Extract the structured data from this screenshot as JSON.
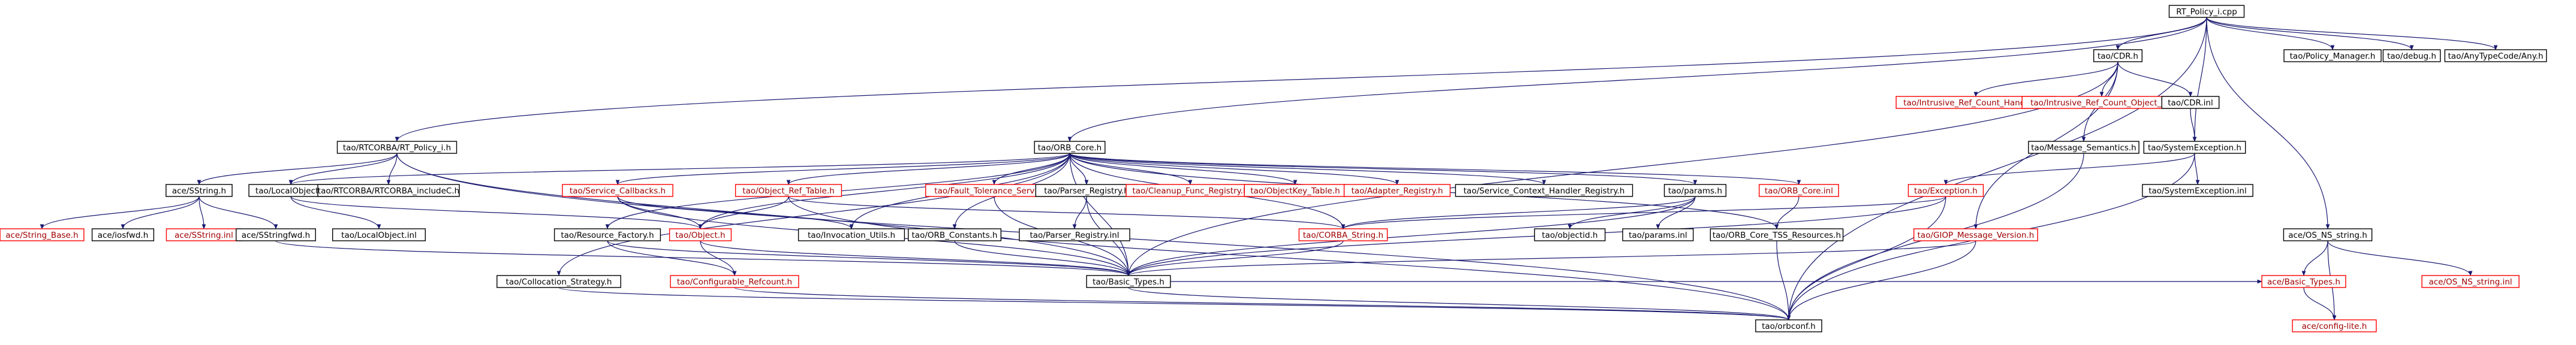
{
  "colors": {
    "root_fill": "#bfbfbf",
    "border_normal": "#000000",
    "border_missing": "#ff0000",
    "edge": "#191970",
    "text_normal": "#000000",
    "text_missing": "#a00000"
  },
  "graph": {
    "nodes": [
      {
        "id": "root",
        "label": "RT_Policy_i.cpp",
        "style": "root"
      },
      {
        "id": "rtpolicyih",
        "label": "tao/RTCORBA/RT_Policy_i.h",
        "style": "normal"
      },
      {
        "id": "cdrh",
        "label": "tao/CDR.h",
        "style": "normal"
      },
      {
        "id": "pm",
        "label": "tao/Policy_Manager.h",
        "style": "normal"
      },
      {
        "id": "debug",
        "label": "tao/debug.h",
        "style": "normal"
      },
      {
        "id": "anytc",
        "label": "tao/AnyTypeCode/Any.h",
        "style": "normal"
      },
      {
        "id": "orbcore",
        "label": "tao/ORB_Core.h",
        "style": "normal"
      },
      {
        "id": "irchandle",
        "label": "tao/Intrusive_Ref_Count_Handle_T.h",
        "style": "missing"
      },
      {
        "id": "ircobj",
        "label": "tao/Intrusive_Ref_Count_Object_T.h",
        "style": "missing"
      },
      {
        "id": "cdrinl",
        "label": "tao/CDR.inl",
        "style": "normal"
      },
      {
        "id": "msgsem",
        "label": "tao/Message_Semantics.h",
        "style": "normal"
      },
      {
        "id": "sysexh",
        "label": "tao/SystemException.h",
        "style": "normal"
      },
      {
        "id": "sstring",
        "label": "ace/SString.h",
        "style": "normal"
      },
      {
        "id": "localobj",
        "label": "tao/LocalObject.h",
        "style": "normal"
      },
      {
        "id": "rtcorbainc",
        "label": "tao/RTCORBA/RTCORBA_includeC.h",
        "style": "normal"
      },
      {
        "id": "svccb",
        "label": "tao/Service_Callbacks.h",
        "style": "missing"
      },
      {
        "id": "objref",
        "label": "tao/Object_Ref_Table.h",
        "style": "missing"
      },
      {
        "id": "fts",
        "label": "tao/Fault_Tolerance_Service.h",
        "style": "missing"
      },
      {
        "id": "parsereg",
        "label": "tao/Parser_Registry.h",
        "style": "normal"
      },
      {
        "id": "cleanup",
        "label": "tao/Cleanup_Func_Registry.h",
        "style": "missing"
      },
      {
        "id": "objkey",
        "label": "tao/ObjectKey_Table.h",
        "style": "missing"
      },
      {
        "id": "adapter",
        "label": "tao/Adapter_Registry.h",
        "style": "missing"
      },
      {
        "id": "scr",
        "label": "tao/Service_Context_Handler_Registry.h",
        "style": "normal"
      },
      {
        "id": "params",
        "label": "tao/params.h",
        "style": "normal"
      },
      {
        "id": "orbcoreinl",
        "label": "tao/ORB_Core.inl",
        "style": "missing"
      },
      {
        "id": "exceptionh",
        "label": "tao/Exception.h",
        "style": "missing"
      },
      {
        "id": "sysexinl",
        "label": "tao/SystemException.inl",
        "style": "normal"
      },
      {
        "id": "stringbase",
        "label": "ace/String_Base.h",
        "style": "missing"
      },
      {
        "id": "iosfwd",
        "label": "ace/iosfwd.h",
        "style": "normal"
      },
      {
        "id": "sstringinl",
        "label": "ace/SString.inl",
        "style": "missing"
      },
      {
        "id": "sstringfwd",
        "label": "ace/SStringfwd.h",
        "style": "normal"
      },
      {
        "id": "localobjinl",
        "label": "tao/LocalObject.inl",
        "style": "normal"
      },
      {
        "id": "objecth",
        "label": "tao/Object.h",
        "style": "missing"
      },
      {
        "id": "invutils",
        "label": "tao/Invocation_Utils.h",
        "style": "normal"
      },
      {
        "id": "orbconst",
        "label": "tao/ORB_Constants.h",
        "style": "normal"
      },
      {
        "id": "resfact",
        "label": "tao/Resource_Factory.h",
        "style": "normal"
      },
      {
        "id": "parseregi",
        "label": "tao/Parser_Registry.inl",
        "style": "normal"
      },
      {
        "id": "corbastr",
        "label": "tao/CORBA_String.h",
        "style": "missing"
      },
      {
        "id": "objectid",
        "label": "tao/objectid.h",
        "style": "normal"
      },
      {
        "id": "paramsinl",
        "label": "tao/params.inl",
        "style": "normal"
      },
      {
        "id": "tssres",
        "label": "tao/ORB_Core_TSS_Resources.h",
        "style": "normal"
      },
      {
        "id": "giopver",
        "label": "tao/GIOP_Message_Version.h",
        "style": "missing"
      },
      {
        "id": "osns",
        "label": "ace/OS_NS_string.h",
        "style": "normal"
      },
      {
        "id": "collstrat",
        "label": "tao/Collocation_Strategy.h",
        "style": "normal"
      },
      {
        "id": "cfgref",
        "label": "tao/Configurable_Refcount.h",
        "style": "missing"
      },
      {
        "id": "basictypes",
        "label": "tao/Basic_Types.h",
        "style": "normal"
      },
      {
        "id": "acebasic",
        "label": "ace/Basic_Types.h",
        "style": "missing"
      },
      {
        "id": "osnsinl",
        "label": "ace/OS_NS_string.inl",
        "style": "missing"
      },
      {
        "id": "orbconf",
        "label": "tao/orbconf.h",
        "style": "normal"
      },
      {
        "id": "configlite",
        "label": "ace/config-lite.h",
        "style": "missing"
      }
    ],
    "edges": [
      [
        "root",
        "rtpolicyih"
      ],
      [
        "root",
        "cdrh"
      ],
      [
        "root",
        "pm"
      ],
      [
        "root",
        "debug"
      ],
      [
        "root",
        "anytc"
      ],
      [
        "root",
        "orbcore"
      ],
      [
        "root",
        "sysexh"
      ],
      [
        "root",
        "osns"
      ],
      [
        "root",
        "orbconf"
      ],
      [
        "cdrh",
        "irchandle"
      ],
      [
        "cdrh",
        "ircobj"
      ],
      [
        "cdrh",
        "cdrinl"
      ],
      [
        "cdrh",
        "msgsem"
      ],
      [
        "cdrh",
        "giopver"
      ],
      [
        "cdrh",
        "basictypes"
      ],
      [
        "cdrinl",
        "sysexh"
      ],
      [
        "msgsem",
        "orbconf"
      ],
      [
        "rtpolicyih",
        "sstring"
      ],
      [
        "rtpolicyih",
        "localobj"
      ],
      [
        "rtpolicyih",
        "rtcorbainc"
      ],
      [
        "rtpolicyih",
        "basictypes"
      ],
      [
        "rtpolicyih",
        "orbconf"
      ],
      [
        "sstring",
        "stringbase"
      ],
      [
        "sstring",
        "iosfwd"
      ],
      [
        "sstring",
        "sstringinl"
      ],
      [
        "sstring",
        "sstringfwd"
      ],
      [
        "localobj",
        "localobjinl"
      ],
      [
        "localobj",
        "objecth"
      ],
      [
        "sstringfwd",
        "basictypes"
      ],
      [
        "orbcore",
        "localobj"
      ],
      [
        "orbcore",
        "svccb"
      ],
      [
        "orbcore",
        "objref"
      ],
      [
        "orbcore",
        "fts"
      ],
      [
        "orbcore",
        "parsereg"
      ],
      [
        "orbcore",
        "cleanup"
      ],
      [
        "orbcore",
        "objkey"
      ],
      [
        "orbcore",
        "adapter"
      ],
      [
        "orbcore",
        "scr"
      ],
      [
        "orbcore",
        "params"
      ],
      [
        "orbcore",
        "orbcoreinl"
      ],
      [
        "orbcore",
        "invutils"
      ],
      [
        "orbcore",
        "orbconst"
      ],
      [
        "orbcore",
        "resfact"
      ],
      [
        "orbcore",
        "collstrat"
      ],
      [
        "orbcore",
        "tssres"
      ],
      [
        "orbcore",
        "corbastr"
      ],
      [
        "orbcore",
        "objecth"
      ],
      [
        "orbcore",
        "basictypes"
      ],
      [
        "svccb",
        "objecth"
      ],
      [
        "svccb",
        "invutils"
      ],
      [
        "svccb",
        "basictypes"
      ],
      [
        "objref",
        "objecth"
      ],
      [
        "objref",
        "corbastr"
      ],
      [
        "objref",
        "orbconf"
      ],
      [
        "fts",
        "basictypes"
      ],
      [
        "parsereg",
        "parseregi"
      ],
      [
        "parsereg",
        "basictypes"
      ],
      [
        "params",
        "objectid"
      ],
      [
        "params",
        "paramsinl"
      ],
      [
        "params",
        "corbastr"
      ],
      [
        "params",
        "basictypes"
      ],
      [
        "orbcoreinl",
        "tssres"
      ],
      [
        "orbconst",
        "basictypes"
      ],
      [
        "resfact",
        "cfgref"
      ],
      [
        "resfact",
        "basictypes"
      ],
      [
        "objecth",
        "cfgref"
      ],
      [
        "objecth",
        "basictypes"
      ],
      [
        "corbastr",
        "basictypes"
      ],
      [
        "sysexh",
        "exceptionh"
      ],
      [
        "sysexh",
        "sysexinl"
      ],
      [
        "sysexh",
        "orbconf"
      ],
      [
        "exceptionh",
        "corbastr"
      ],
      [
        "exceptionh",
        "basictypes"
      ],
      [
        "exceptionh",
        "orbconf"
      ],
      [
        "giopver",
        "basictypes"
      ],
      [
        "giopver",
        "orbconf"
      ],
      [
        "tssres",
        "orbconf"
      ],
      [
        "collstrat",
        "orbconf"
      ],
      [
        "cfgref",
        "orbconf"
      ],
      [
        "basictypes",
        "acebasic"
      ],
      [
        "basictypes",
        "orbconf"
      ],
      [
        "osns",
        "acebasic"
      ],
      [
        "osns",
        "osnsinl"
      ],
      [
        "osns",
        "configlite"
      ],
      [
        "acebasic",
        "configlite"
      ]
    ]
  }
}
